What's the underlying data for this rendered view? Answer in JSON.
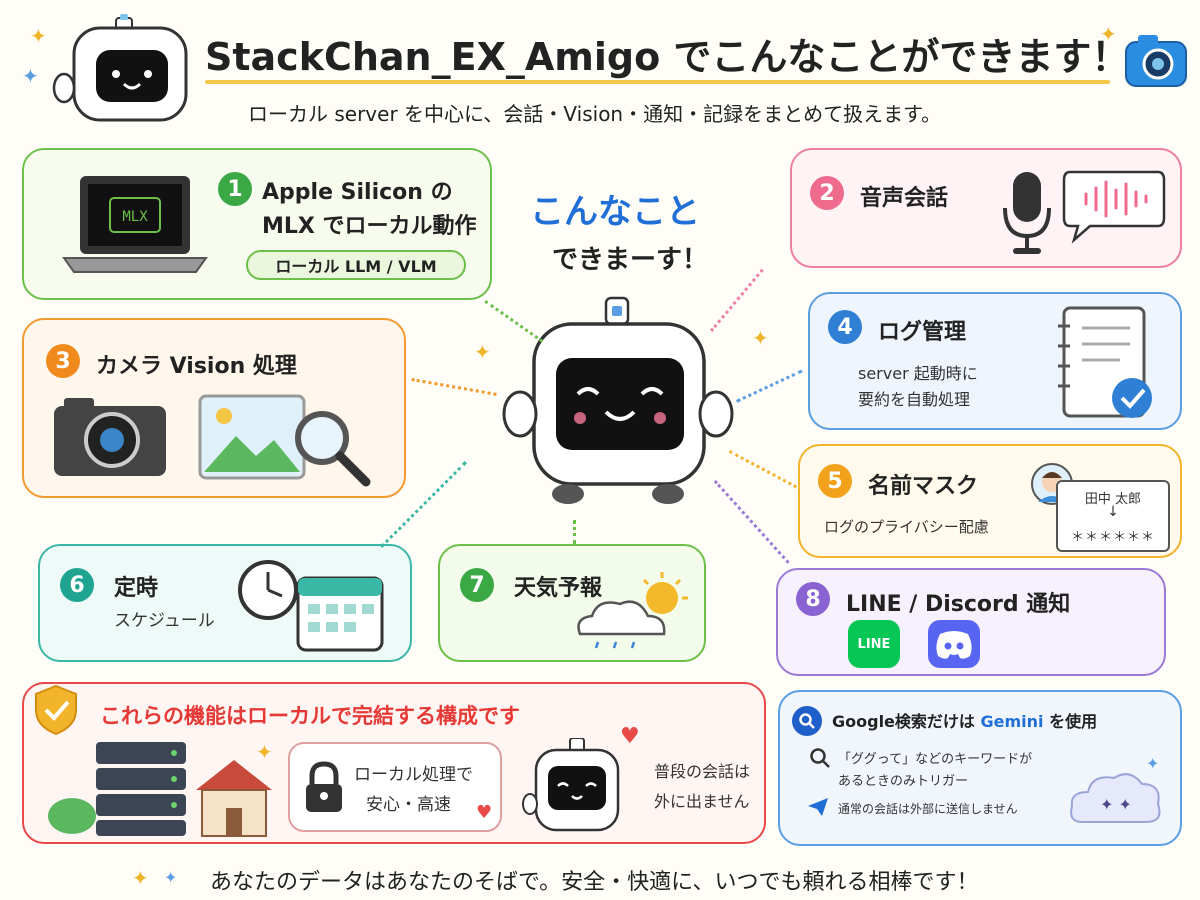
{
  "header": {
    "title": "StackChan_EX_Amigo でこんなことができます！",
    "subtitle": "ローカル server を中心に、会話・Vision・通知・記録をまとめて扱えます。"
  },
  "center": {
    "bubble_line1": "こんなこと",
    "bubble_line2": "できまーす！"
  },
  "features": [
    {
      "num": "1",
      "title_line1": "Apple Silicon の",
      "title_line2": "MLX でローカル動作",
      "badge": "ローカル LLM / VLM",
      "screen_text": "MLX"
    },
    {
      "num": "2",
      "title": "音声会話"
    },
    {
      "num": "3",
      "title": "カメラ Vision 処理"
    },
    {
      "num": "4",
      "title": "ログ管理",
      "desc_line1": "server 起動時に",
      "desc_line2": "要約を自動処理"
    },
    {
      "num": "5",
      "title": "名前マスク",
      "desc": "ログのプライバシー配慮",
      "name": "田中 太郎",
      "masked": "＊＊＊＊＊＊"
    },
    {
      "num": "6",
      "title": "定時",
      "desc": "スケジュール"
    },
    {
      "num": "7",
      "title": "天気予報"
    },
    {
      "num": "8",
      "title": "LINE / Discord 通知",
      "line_logo": "LINE"
    }
  ],
  "local_panel": {
    "heading": "これらの機能はローカルで完結する構成です",
    "lock_line1": "ローカル処理で",
    "lock_line2": "安心・高速",
    "talk_line1": "普段の会話は",
    "talk_line2": "外に出ません"
  },
  "google_panel": {
    "heading_prefix": "Google検索だけは",
    "heading_gemini": "Gemini",
    "heading_suffix": "を使用",
    "trigger_line1": "「ググって」などのキーワードが",
    "trigger_line2": "あるときのみトリガー",
    "note": "通常の会話は外部に送信しません"
  },
  "footer": {
    "text": "あなたのデータはあなたのそばで。安全・快適に、いつでも頼れる相棒です！"
  },
  "colors": {
    "green": "#6cc04a",
    "pink": "#ee7fa2",
    "orange": "#f39a2e",
    "blue": "#5a9de0",
    "yellow": "#f2b42a",
    "teal": "#3bb7a6",
    "purple": "#9b7ad6",
    "red": "#e84a4a",
    "navy": "#3b6fd1"
  }
}
